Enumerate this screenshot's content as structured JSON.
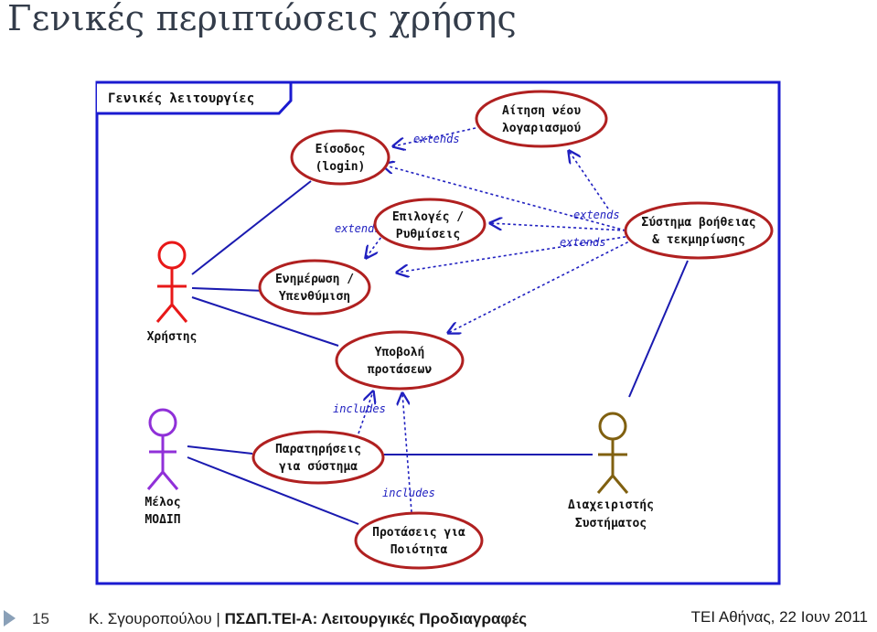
{
  "slide": {
    "title": "Γενικές περιπτώσεις χρήσης"
  },
  "diagram": {
    "frame_label": "Γενικές λειτουργίες",
    "use_cases": {
      "login": [
        "Είσοδος",
        "(login)"
      ],
      "new_account": [
        "Αίτηση νέου",
        "λογαριασμού"
      ],
      "options": [
        "Επιλογές /",
        "Ρυθμίσεις"
      ],
      "help": [
        "Σύστημα βοήθειας",
        "& τεκμηρίωσης"
      ],
      "update": [
        "Ενημέρωση /",
        "Υπενθύμιση"
      ],
      "submit": [
        "Υποβολή",
        "προτάσεων"
      ],
      "remarks": [
        "Παρατηρήσεις",
        "για σύστημα"
      ],
      "quality": [
        "Προτάσεις για",
        "Ποιότητα"
      ]
    },
    "actors": {
      "user": [
        "Χρήστης"
      ],
      "member": [
        "Μέλος",
        "ΜΟΔΙΠ"
      ],
      "admin": [
        "Διαχειριστής",
        "Συστήματος"
      ]
    },
    "relations": {
      "extends": "extends",
      "includes": "includes"
    },
    "colors": {
      "frame": "#1a1ad0",
      "ellipse_border": "#b02020",
      "association": "#1a1ab0",
      "dependency": "#2020c0",
      "actor_user": "#e81818",
      "actor_member": "#9030d8",
      "actor_admin": "#806010"
    }
  },
  "footer": {
    "page_number": "15",
    "author": "Κ. Σγουροπούλου",
    "separator": "|",
    "course": "ΠΣΔΠ.ΤΕΙ-Α: Λειτουργικές Προδιαγραφές",
    "institution_date": "ΤΕΙ Αθήνας, 22 Ιουν 2011"
  }
}
